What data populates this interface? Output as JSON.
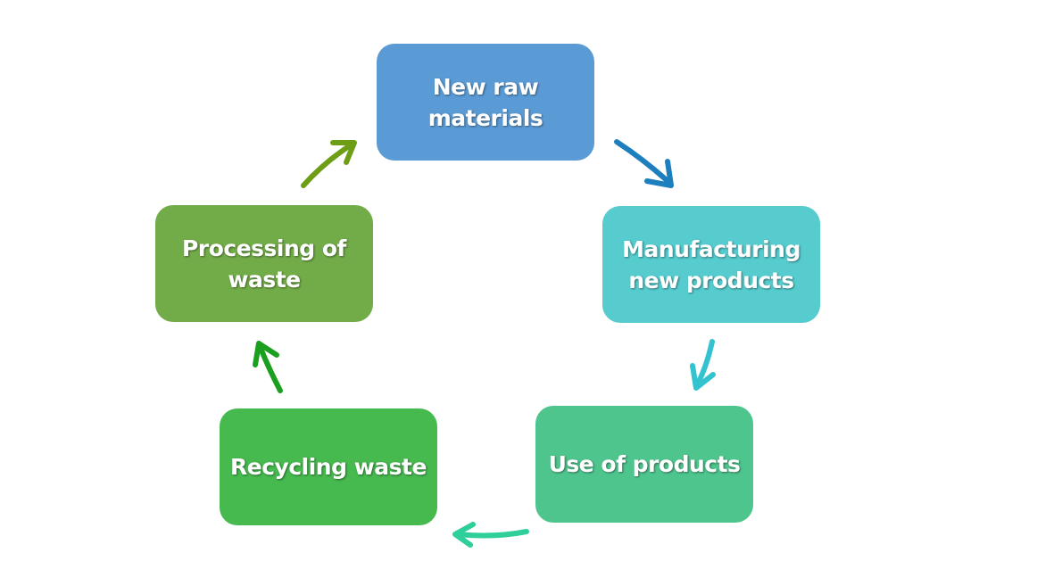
{
  "cycle": {
    "nodes": [
      {
        "lines": [
          "New raw",
          "materials"
        ],
        "color": "#5b9bd5"
      },
      {
        "lines": [
          "Manufacturing",
          "new products"
        ],
        "color": "#56cccf"
      },
      {
        "lines": [
          "Use of products"
        ],
        "color": "#4fc58e"
      },
      {
        "lines": [
          "Recycling waste"
        ],
        "color": "#46b94f"
      },
      {
        "lines": [
          "Processing of",
          "waste"
        ],
        "color": "#72ac48"
      }
    ],
    "arrow_colors": [
      "#1e7fbe",
      "#33c2cf",
      "#2fcf9c",
      "#1aa01e",
      "#6e9e16"
    ]
  }
}
